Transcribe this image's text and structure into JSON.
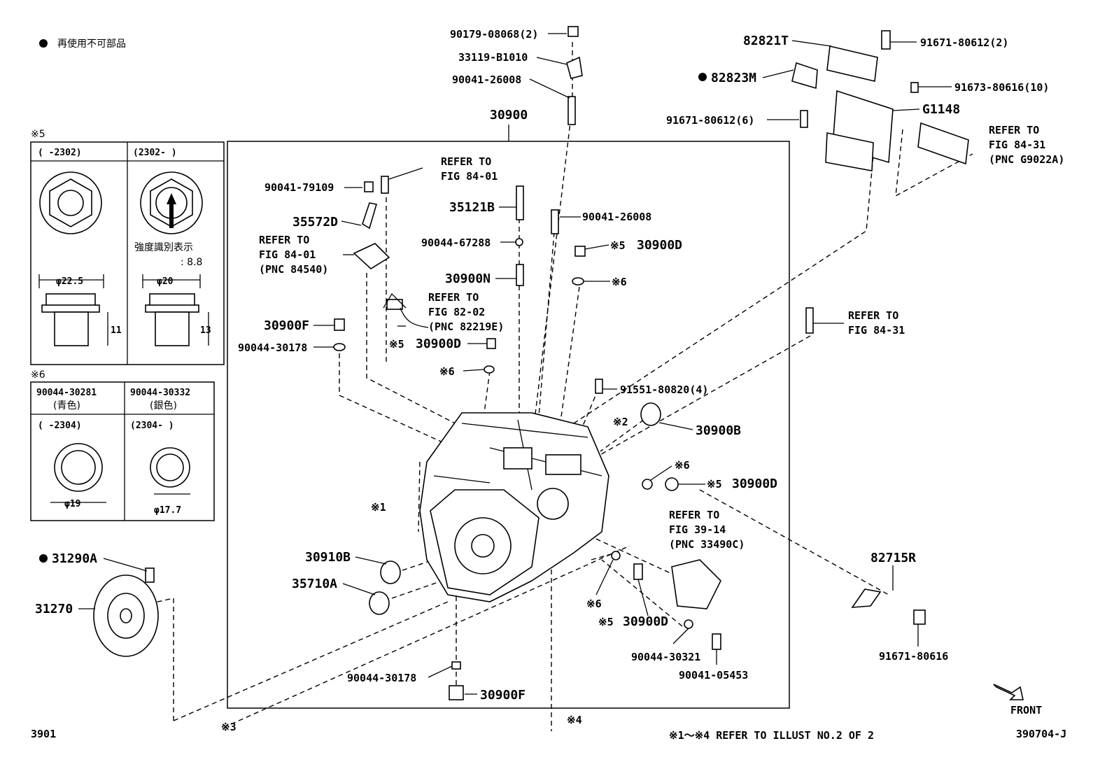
{
  "legend": {
    "symbol": "●",
    "text": "再使用不可部品"
  },
  "footer": {
    "left": "3901",
    "note": "※1～※4 REFER TO ILLUST NO.2 OF 2",
    "right": "390704-J",
    "front": "FRONT"
  },
  "table5": {
    "mark": "※5",
    "col1_range": "(    -2302)",
    "col2_range": "(2302-    )",
    "strength_label": "強度識別表示",
    "strength_value": ": 8.8",
    "dia1": "φ22.5",
    "dia2": "φ20",
    "len1": "11",
    "len2": "13"
  },
  "table6": {
    "mark": "※6",
    "col1_part": "90044-30281",
    "col1_color": "(青色)",
    "col2_part": "90044-30332",
    "col2_color": "(銀色)",
    "col1_range": "(    -2304)",
    "col2_range": "(2304-    )",
    "dia1": "φ19",
    "dia2": "φ17.7"
  },
  "labels": {
    "p90179": "90179-08068(2)",
    "p33119": "33119-B1010",
    "p90041_26008_top": "90041-26008",
    "p30900": "30900",
    "p82821T": "82821T",
    "p82823M": "82823M",
    "p91671_2": "91671-80612(2)",
    "p91673": "91673-80616(10)",
    "p91671_6": "91671-80612(6)",
    "pG1148": "G1148",
    "refer_g9022a_1": "REFER TO",
    "refer_g9022a_2": "FIG 84-31",
    "refer_g9022a_3": "(PNC G9022A)",
    "p90041_79109": "90041-79109",
    "refer_8401a_1": "REFER TO",
    "refer_8401a_2": "FIG 84-01",
    "p35572D": "35572D",
    "refer_84540_1": "REFER TO",
    "refer_84540_2": "FIG 84-01",
    "refer_84540_3": "(PNC 84540)",
    "p35121B": "35121B",
    "p90041_26008_mid": "90041-26008",
    "p90044_67288": "90044-67288",
    "p30900D_a_mark": "※5",
    "p30900D_a": "30900D",
    "p30900N": "30900N",
    "mark6_a": "※6",
    "refer_82219E_1": "REFER TO",
    "refer_82219E_2": "FIG 82-02",
    "refer_82219E_3": "(PNC 82219E)",
    "p30900F_a": "30900F",
    "p90044_30178_a": "90044-30178",
    "p30900D_b_mark": "※5",
    "p30900D_b": "30900D",
    "mark6_b": "※6",
    "refer_8431_1": "REFER TO",
    "refer_8431_2": "FIG 84-31",
    "p91551": "91551-80820(4)",
    "mark2": "※2",
    "p30900B": "30900B",
    "mark6_c": "※6",
    "p30900D_c_mark": "※5",
    "p30900D_c": "30900D",
    "mark1": "※1",
    "refer_33490C_1": "REFER TO",
    "refer_33490C_2": "FIG 39-14",
    "refer_33490C_3": "(PNC 33490C)",
    "p30910B": "30910B",
    "p35710A": "35710A",
    "p31290A": "31290A",
    "p31270": "31270",
    "mark6_d": "※6",
    "p30900D_d_mark": "※5",
    "p30900D_d": "30900D",
    "p90044_30321": "90044-30321",
    "p90041_05453": "90041-05453",
    "p90044_30178_b": "90044-30178",
    "p30900F_b": "30900F",
    "mark3": "※3",
    "mark4": "※4",
    "p82715R": "82715R",
    "p91671_80616": "91671-80616"
  }
}
